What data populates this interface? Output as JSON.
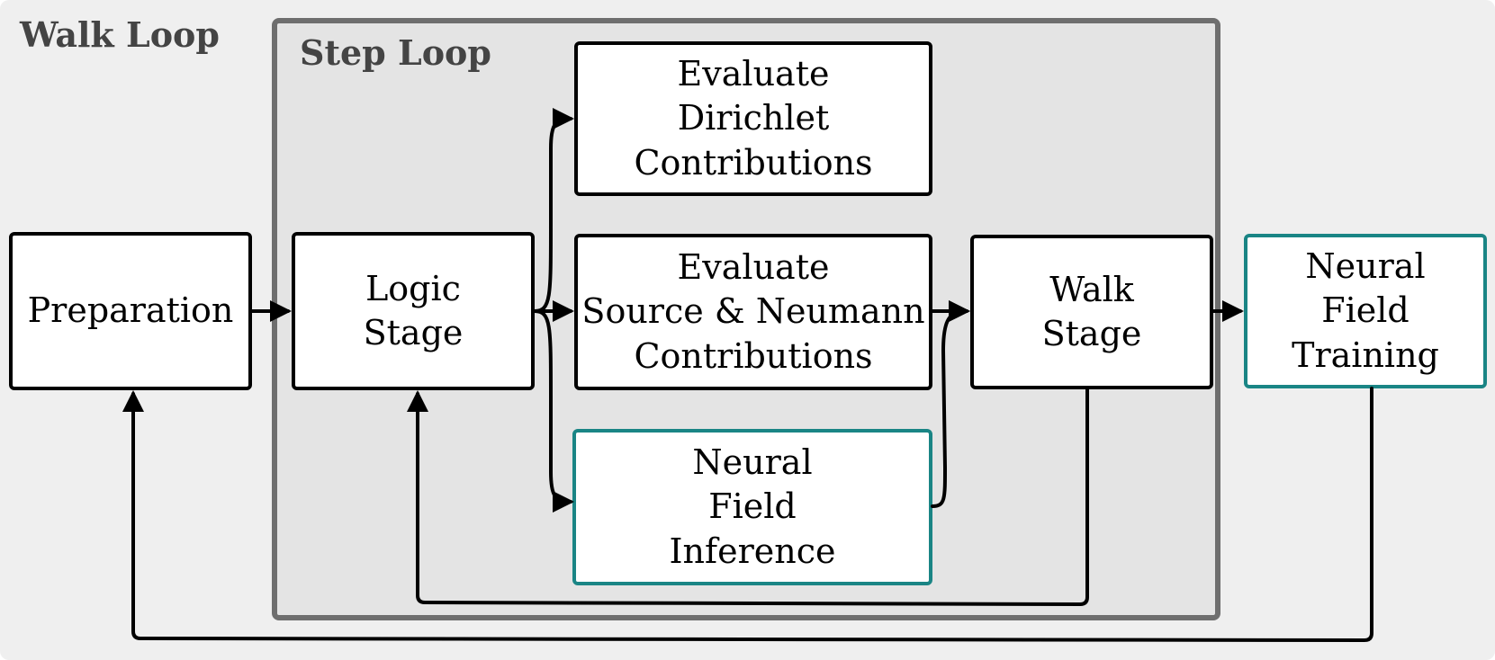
{
  "colors": {
    "outer_background": "#efefef",
    "step_loop_background": "#e4e4e4",
    "step_loop_border": "#6e6e6e",
    "box_border": "#000000",
    "highlight_border": "#1a8585"
  },
  "labels": {
    "walk_loop": "Walk Loop",
    "step_loop": "Step Loop"
  },
  "nodes": {
    "preparation": "Preparation",
    "logic_stage": "Logic\nStage",
    "dirichlet": "Evaluate\nDirichlet\nContributions",
    "source_neumann": "Evaluate\nSource & Neumann\nContributions",
    "nf_inference": "Neural\nField\nInference",
    "walk_stage": "Walk\nStage",
    "nf_training": "Neural\nField\nTraining"
  }
}
